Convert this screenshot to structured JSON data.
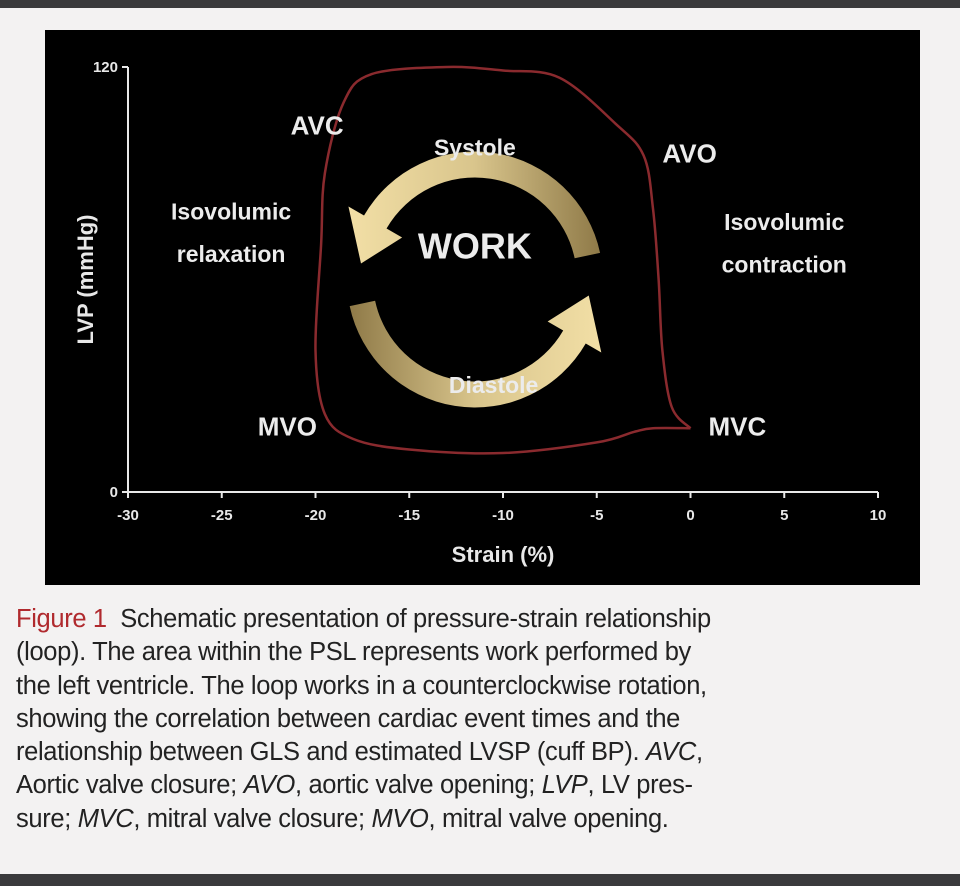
{
  "chart_data": {
    "type": "line",
    "xlabel": "Strain (%)",
    "ylabel": "LVP (mmHg)",
    "xlim": [
      -30,
      10
    ],
    "ylim": [
      0,
      120
    ],
    "x_ticks": [
      -30,
      -25,
      -20,
      -15,
      -10,
      -5,
      0,
      5,
      10
    ],
    "x_tick_labels": [
      "-30",
      "-25",
      "-20",
      "-15",
      "-10",
      "-5",
      "0",
      "5",
      "10"
    ],
    "y_ticks": [
      0,
      120
    ],
    "y_tick_labels": [
      "0",
      "120"
    ],
    "grid": false,
    "loop_color": "#8a2a2e",
    "arrow_color": "#d9c58c",
    "series": [
      {
        "points": [
          [
            0,
            18
          ],
          [
            -2,
            18
          ],
          [
            -3,
            17
          ],
          [
            -5,
            14
          ],
          [
            -10,
            11
          ],
          [
            -15,
            12
          ],
          [
            -18,
            15
          ],
          [
            -19.5,
            22
          ],
          [
            -20,
            40
          ],
          [
            -19.7,
            70
          ],
          [
            -19.5,
            90
          ],
          [
            -18.5,
            110
          ],
          [
            -17,
            118
          ],
          [
            -13,
            120
          ],
          [
            -10,
            119
          ],
          [
            -7,
            117
          ],
          [
            -4,
            104
          ],
          [
            -2.5,
            95
          ],
          [
            -2,
            80
          ],
          [
            -1.7,
            60
          ],
          [
            -1.5,
            40
          ],
          [
            -1,
            24
          ],
          [
            0,
            18
          ]
        ]
      }
    ],
    "annotations": [
      {
        "text": "AVC",
        "x": -18.5,
        "y": 101
      },
      {
        "text": "AVO",
        "x": -1.5,
        "y": 93
      },
      {
        "text": "Isovolumic",
        "x": -24.5,
        "y": 77
      },
      {
        "text": "relaxation",
        "x": -24.5,
        "y": 65
      },
      {
        "text": "Isovolumic",
        "x": 5,
        "y": 74
      },
      {
        "text": "contraction",
        "x": 5,
        "y": 62
      },
      {
        "text": "MVO",
        "x": -21.5,
        "y": 16
      },
      {
        "text": "MVC",
        "x": 2.5,
        "y": 16
      },
      {
        "text": "Systole",
        "x": -11.5,
        "y": 95
      },
      {
        "text": "WORK",
        "x": -11.5,
        "y": 66
      },
      {
        "text": "Diastole",
        "x": -10.5,
        "y": 28
      }
    ]
  },
  "caption": {
    "label": "Figure 1",
    "lines": [
      "Schematic presentation of pressure-strain relationship",
      "(loop). The area within the PSL represents work performed by",
      "the left ventricle. The loop works in a counterclockwise rotation,",
      "showing the correlation between cardiac event times and the",
      "relationship between GLS and estimated LVSP (cuff BP). ",
      "Aortic valve closure; ",
      ", aortic valve opening; ",
      ", LV pres-",
      "sure; ",
      ", mitral valve closure; ",
      ", mitral valve opening."
    ],
    "abbr": [
      "AVC",
      "AVO",
      "LVP",
      "MVC",
      "MVO"
    ]
  }
}
